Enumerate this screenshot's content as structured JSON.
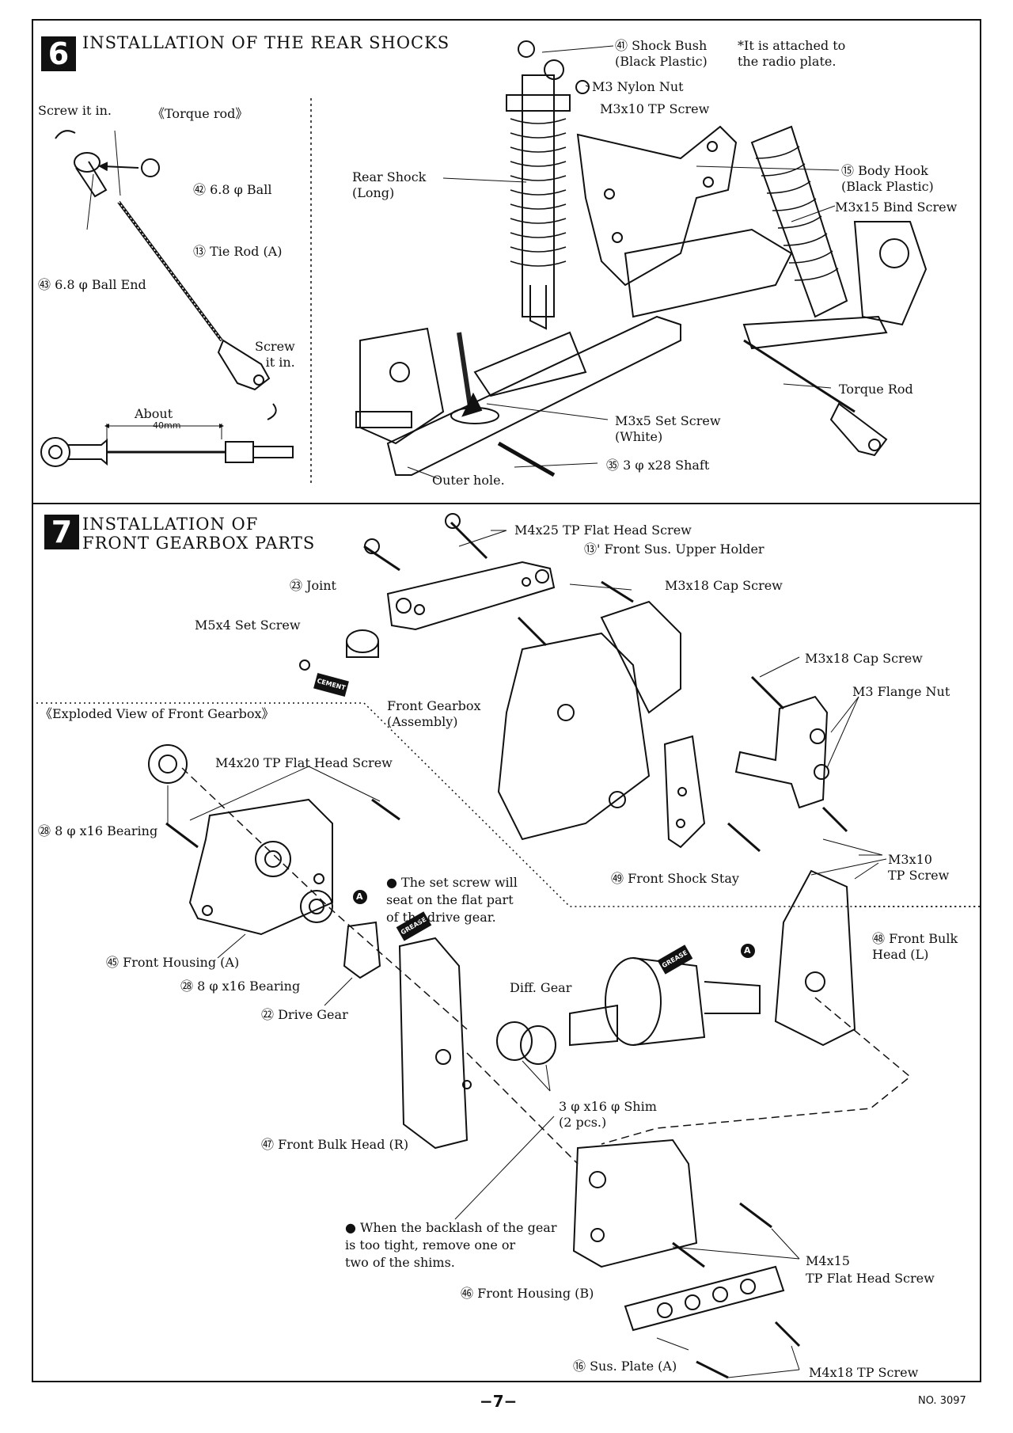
{
  "step6": {
    "number": "6",
    "title": "INSTALLATION OF THE REAR SHOCKS",
    "screw_it_in_top": "Screw it in.",
    "torque_rod": "《Torque rod》",
    "ball": "㊷ 6.8 φ Ball",
    "tie_rod": "⑬ Tie Rod (A)",
    "ball_end": "㊸ 6.8 φ Ball End",
    "screw_it_in_bottom": "Screw\n it in.",
    "about": "About",
    "about_dim": "40mm",
    "shock_bush": "㊶ Shock Bush\n  (Black Plastic)",
    "attached_note": "*It is attached to\n  the radio plate.",
    "nylon_nut": "M3 Nylon Nut",
    "tp_screw_3x10": "M3x10 TP Screw",
    "rear_shock": "Rear Shock\n(Long)",
    "body_hook": "⑮ Body Hook\n  (Black Plastic)",
    "bind_screw": "M3x15 Bind Screw",
    "torque_rod_label": "Torque Rod",
    "set_screw": "M3x5 Set Screw\n(White)",
    "shaft": "㉟ 3 φ x28 Shaft",
    "outer_hole": "Outer hole."
  },
  "step7": {
    "number": "7",
    "title": "INSTALLATION OF\nFRONT GEARBOX PARTS",
    "flat_head_4x25": "M4x25 TP Flat Head Screw",
    "upper_holder": "⑬' Front Sus. Upper Holder",
    "joint": "㉓ Joint",
    "cap_screw_top": "M3x18 Cap Screw",
    "set_screw_5x4": "M5x4 Set Screw",
    "cap_screw_right": "M3x18 Cap Screw",
    "flange_nut": "M3 Flange Nut",
    "front_gearbox": "Front Gearbox\n(Assembly)",
    "exploded_view": "《Exploded View of Front Gearbox》",
    "flat_head_4x20": "M4x20 TP Flat Head Screw",
    "bearing_top": "㉘ 8 φ x16 Bearing",
    "set_screw_note": "● The set screw will\n   seat on the flat part\n   of the drive gear.",
    "front_housing_a": "㊺ Front Housing (A)",
    "bearing_bottom": "㉘ 8 φ x16 Bearing",
    "drive_gear": "㉒ Drive Gear",
    "tp_screw_3x10": "M3x10\nTP Screw",
    "front_shock_stay": "㊾ Front Shock Stay",
    "bulk_head_l": "㊽ Front Bulk\n  Head (L)",
    "diff_gear": "Diff. Gear",
    "shim": "3 φ x16 φ Shim\n  (2 pcs.)",
    "bulk_head_r": "㊼ Front Bulk Head (R)",
    "backlash_note": "● When the backlash of the gear\n   is too tight, remove one or\n   two of the shims.",
    "flat_head_4x15": "M4x15\nTP Flat Head Screw",
    "front_housing_b": "㊻ Front Housing (B)",
    "sus_plate": "⑯ Sus. Plate (A)",
    "cap_screw_4x18": "M4x18 TP Screw",
    "badge_a": "A",
    "grease": "GREASE",
    "cement": "CEMENT"
  },
  "footer": {
    "page": "−7−",
    "doc_no": "NO. 3097"
  }
}
